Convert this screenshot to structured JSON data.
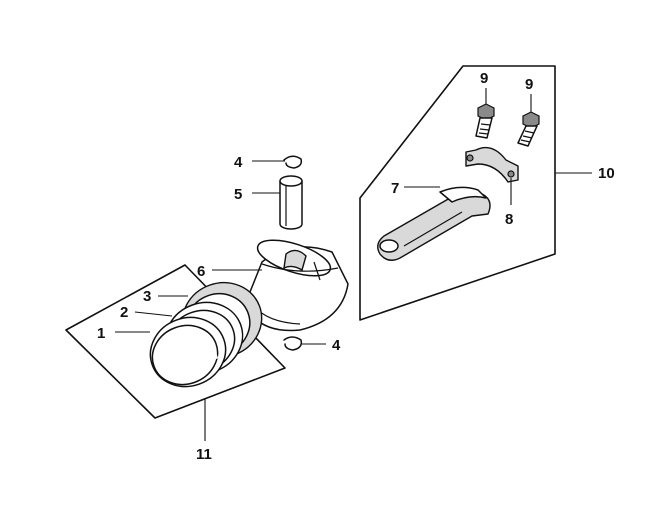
{
  "callouts": {
    "c1": "1",
    "c2": "2",
    "c3": "3",
    "c4a": "4",
    "c4b": "4",
    "c5": "5",
    "c6": "6",
    "c7": "7",
    "c8": "8",
    "c9a": "9",
    "c9b": "9",
    "c10": "10",
    "c11": "11"
  },
  "colors": {
    "line": "#111111",
    "shade": "#d9d9d9",
    "dark_shade": "#8a8a8a",
    "background": "#ffffff"
  }
}
